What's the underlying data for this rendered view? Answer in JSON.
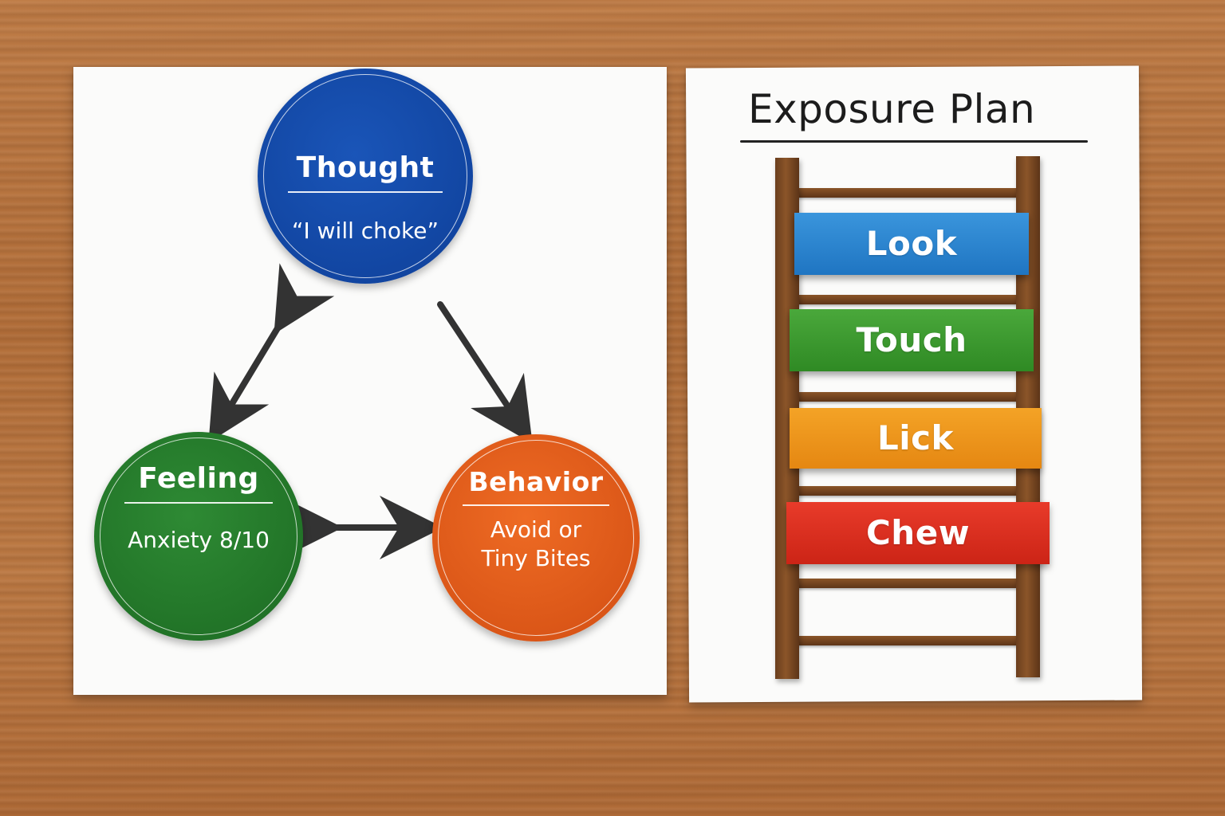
{
  "diagram": {
    "thought": {
      "title": "Thought",
      "text": "“I will choke”"
    },
    "feeling": {
      "title": "Feeling",
      "text": "Anxiety 8/10"
    },
    "behavior": {
      "title": "Behavior",
      "line1": "Avoid or",
      "line2": "Tiny Bites"
    },
    "colors": {
      "thought": "#1448a8",
      "feeling": "#237a2a",
      "behavior": "#e25c1a",
      "arrow": "#333333"
    }
  },
  "exposure_plan": {
    "title": "Exposure Plan",
    "steps": [
      {
        "label": "Look",
        "color": "#2a85d0"
      },
      {
        "label": "Touch",
        "color": "#3d9a30"
      },
      {
        "label": "Lick",
        "color": "#ee951a"
      },
      {
        "label": "Chew",
        "color": "#dc2e1f"
      }
    ]
  }
}
